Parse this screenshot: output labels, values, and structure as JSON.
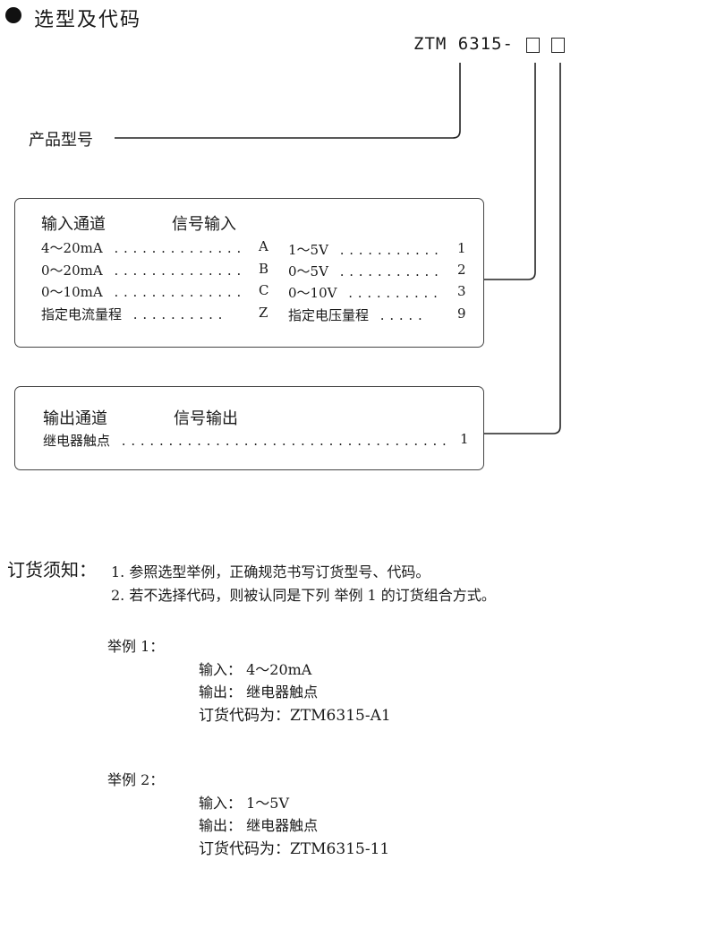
{
  "section_title": "选型及代码",
  "model": {
    "prefix": "ZTM 6315-"
  },
  "product_label": "产品型号",
  "input_panel": {
    "header_left": "输入通道",
    "header_right": "信号输入",
    "left_rows": [
      {
        "name": "4～20mA",
        "dots": ". . . . . . . . . . . . . .",
        "code": "A"
      },
      {
        "name": "0～20mA",
        "dots": ". . . . . . . . . . . . . .",
        "code": "B"
      },
      {
        "name": "0～10mA",
        "dots": ". . . . . . . . . . . . . .",
        "code": "C"
      },
      {
        "name": "指定电流量程",
        "dots": ". . . . . . . . . .",
        "code": "Z"
      }
    ],
    "right_rows": [
      {
        "name": "1～5V",
        "dots": ". . . . . . . . . . .",
        "code": "1"
      },
      {
        "name": "0～5V",
        "dots": ". . . . . . . . . . .",
        "code": "2"
      },
      {
        "name": "0～10V",
        "dots": ". . . . . . . . . .",
        "code": "3"
      },
      {
        "name": "指定电压量程",
        "dots": ". . . . .",
        "code": "9"
      }
    ]
  },
  "output_panel": {
    "header_left": "输出通道",
    "header_right": "信号输出",
    "row": {
      "name": "继电器触点",
      "dots": ". . . . . . . . . . . . . . . . . . . . . . . . . . . . . . . . . . .",
      "code": "1"
    }
  },
  "notes": {
    "title": "订货须知：",
    "item1": "1. 参照选型举例，正确规范书写订货型号、代码。",
    "item2": "2. 若不选择代码，则被认同是下列 举例 1 的订货组合方式。"
  },
  "examples": [
    {
      "title": "举例 1：",
      "input": "输入： 4～20mA",
      "output": "输出： 继电器触点",
      "code": "订货代码为：ZTM6315-A1"
    },
    {
      "title": "举例 2：",
      "input": "输入： 1～5V",
      "output": "输出： 继电器触点",
      "code": "订货代码为：ZTM6315-11"
    }
  ]
}
